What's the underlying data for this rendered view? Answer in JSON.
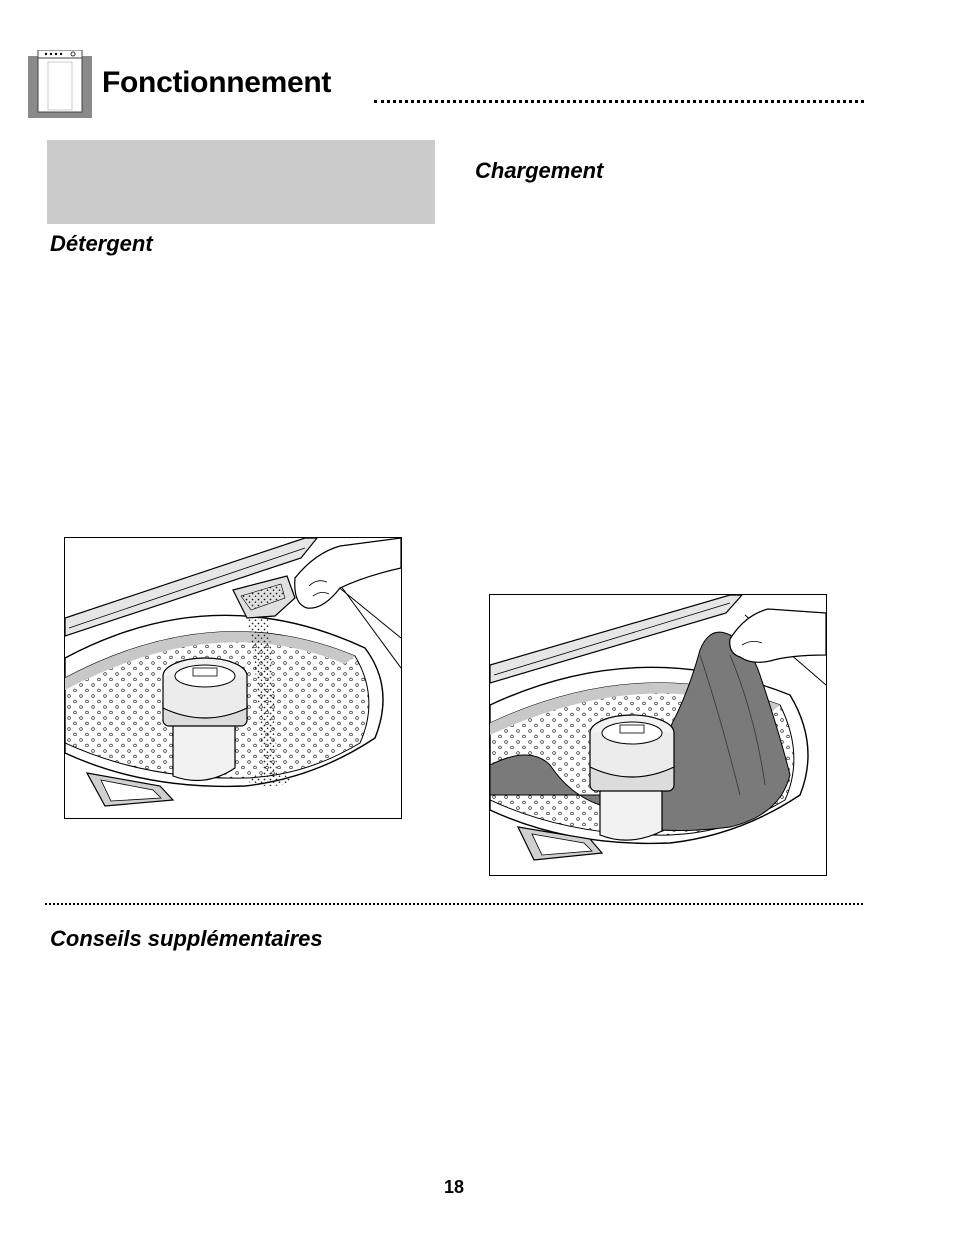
{
  "header": {
    "title": "Fonctionnement",
    "tab_icon": "washer-icon"
  },
  "sections": {
    "detergent": {
      "heading": "Détergent"
    },
    "chargement": {
      "heading": "Chargement"
    },
    "conseils": {
      "heading": "Conseils supplémentaires"
    }
  },
  "illustrations": {
    "detergent": {
      "subject": "hand-pouring-detergent-into-washer-tub"
    },
    "chargement": {
      "subject": "hand-loading-clothes-into-washer-tub"
    }
  },
  "footer": {
    "page_number": "18"
  },
  "colors": {
    "gray_box": "#cbcbcb",
    "cloth": "#7a7a7a",
    "tub_shadow": "#c8c8c8"
  }
}
